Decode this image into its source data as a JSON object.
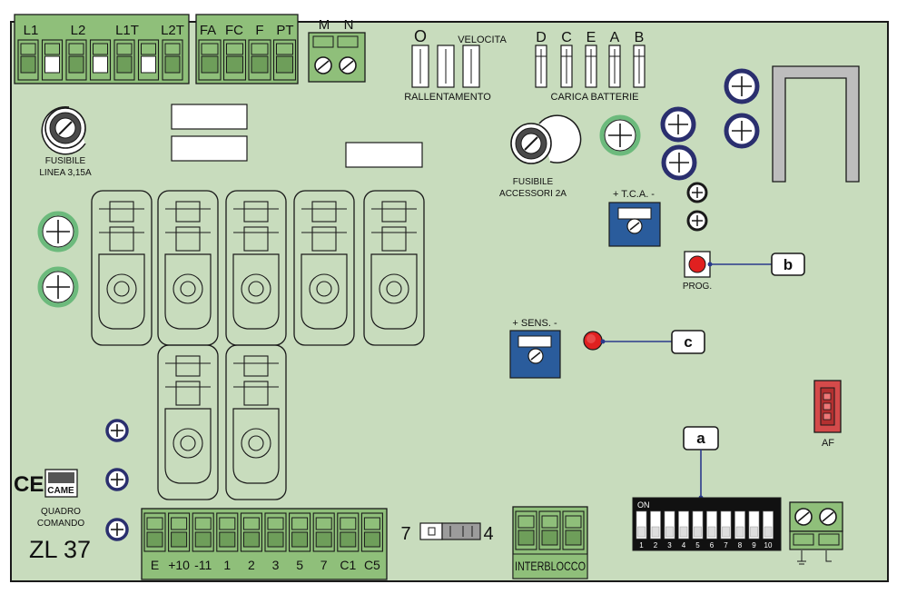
{
  "terminals_top_left": [
    "L1",
    "L2",
    "L1T",
    "L2T"
  ],
  "terminals_top_mid": [
    "FA",
    "FC",
    "F",
    "PT"
  ],
  "terminals_motor": [
    "M",
    "N"
  ],
  "jumper_o": "O",
  "jumper_velocita": "VELOCITA",
  "jumper_rallentamento": "RALLENTAMENTO",
  "charge_letters": [
    "D",
    "C",
    "E",
    "A",
    "B"
  ],
  "charge_label": "CARICA BATTERIE",
  "fuse_line": [
    "FUSIBILE",
    "LINEA 3,15A"
  ],
  "fuse_acc": [
    "FUSIBILE",
    "ACCESSORI 2A"
  ],
  "tca_label": "+ T.C.A. -",
  "sens_label": "+ SENS. -",
  "prog_label": "PROG.",
  "callouts": [
    "a",
    "b",
    "c"
  ],
  "af_label": "AF",
  "dip_on": "ON",
  "dip_numbers": [
    "1",
    "2",
    "3",
    "4",
    "5",
    "6",
    "7",
    "8",
    "9",
    "10"
  ],
  "brand_ce": "CE",
  "brand_came": "CAME",
  "board_title": [
    "QUADRO",
    "COMANDO"
  ],
  "board_model": "ZL 37",
  "bottom_terminals": [
    "E",
    "+10",
    "-11",
    "1",
    "2",
    "3",
    "5",
    "7",
    "C1",
    "C5"
  ],
  "jumper_7": "7",
  "jumper_4": "4",
  "interblocco": "INTERBLOCCO",
  "colors": {
    "board": "#c8dcbd",
    "outline": "#1a1a1a",
    "terminal": "#8fbf7a",
    "blue_trimmer": "#2a5c9c",
    "red": "#e02020",
    "af_red": "#d44a4a",
    "callout_line": "#2a3a8c",
    "cap_ring": "#2a2f6e",
    "cap_green": "#6cba7c"
  }
}
